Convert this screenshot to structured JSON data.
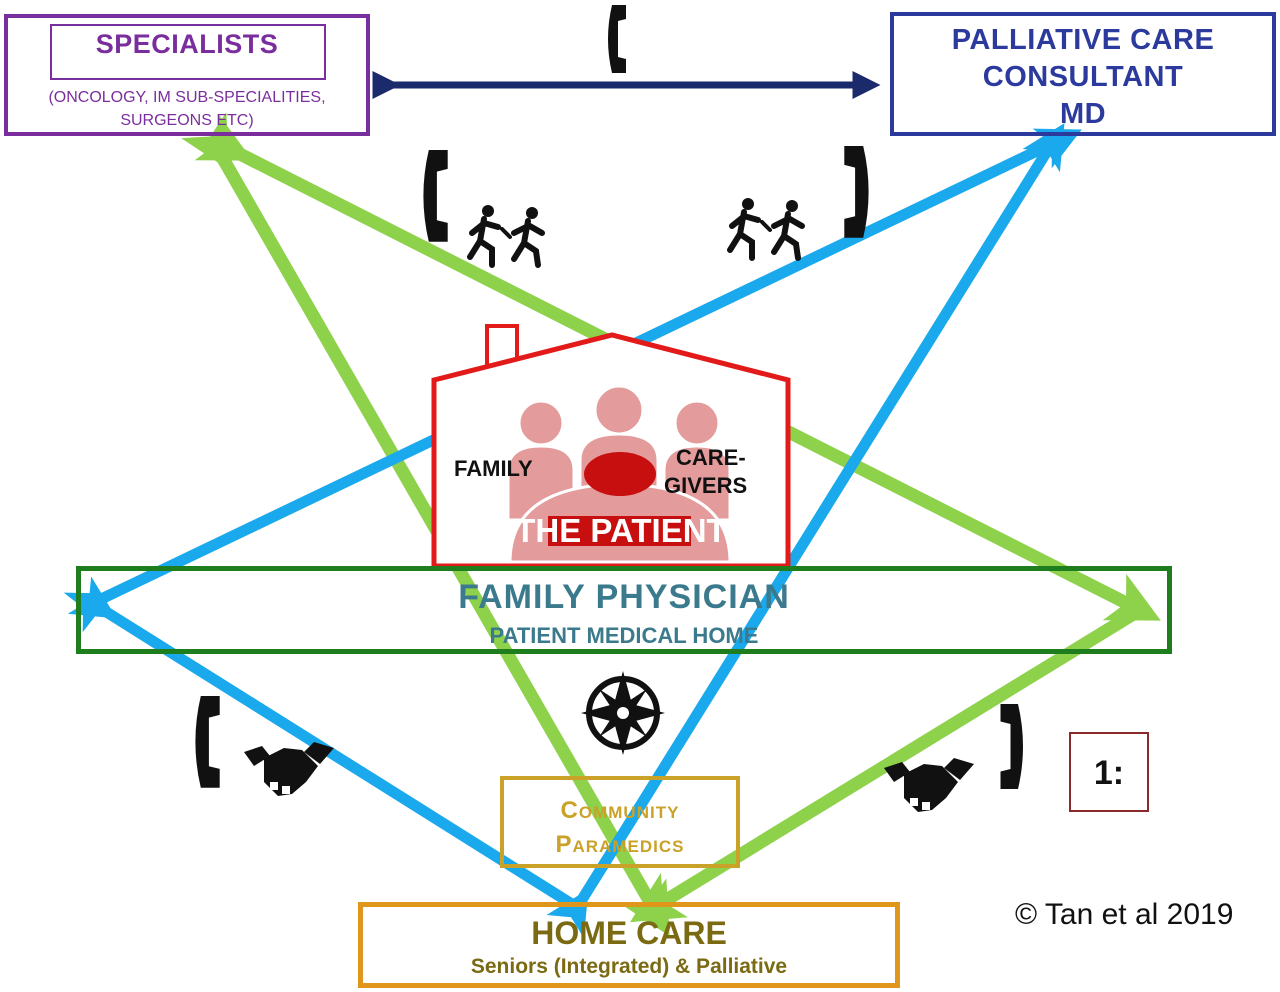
{
  "diagram": {
    "specialists": {
      "title": "SPECIALISTS",
      "subtitle_line1": "(ONCOLOGY, IM SUB-SPECIALITIES,",
      "subtitle_line2": "SURGEONS ETC)"
    },
    "palliative": {
      "line1": "PALLIATIVE CARE",
      "line2": "CONSULTANT",
      "line3": "MD"
    },
    "house": {
      "family_label": "FAMILY",
      "caregivers_line1": "CARE-",
      "caregivers_line2": "GIVERS",
      "patient_label": "THE PATIENT"
    },
    "family_physician": {
      "title": "FAMILY PHYSICIAN",
      "subtitle": "PATIENT MEDICAL HOME"
    },
    "community_paramedics": {
      "line1": "Community",
      "line2": "Paramedics"
    },
    "home_care": {
      "title": "HOME CARE",
      "subtitle": "Seniors (Integrated) & Palliative"
    },
    "badge": "1:",
    "copyright": "© Tan et al 2019",
    "colors": {
      "green_arrow": "#8ed14b",
      "blue_arrow": "#1aa9ec",
      "navy_arrow": "#1b2a6b",
      "house_red": "#e31a1a",
      "people_fill": "#e39b9b"
    },
    "icons": [
      "phone-icon",
      "running-people-icon",
      "handshake-icon",
      "compass-icon",
      "house-icon",
      "people-icon"
    ]
  }
}
